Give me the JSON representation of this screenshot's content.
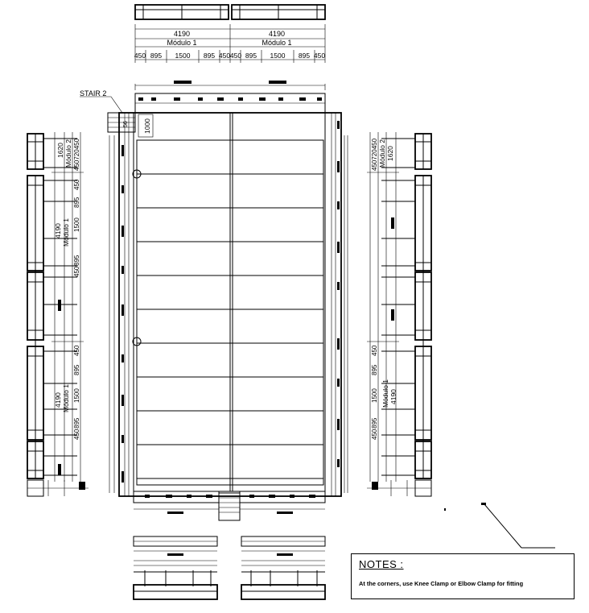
{
  "labels": {
    "stair": "STAIR 2",
    "stair_dim": "1000",
    "stair_small": "56"
  },
  "top_view": {
    "total": "4190",
    "module": "Módulo 1",
    "segments": [
      "450",
      "895",
      "1500",
      "895",
      "450"
    ]
  },
  "side_view": {
    "module1_total": "4190",
    "module1_name": "Módulo 1",
    "module1_segments": [
      "450",
      "895",
      "1500",
      "895",
      "450"
    ],
    "module2_total": "1620",
    "module2_name": "Módulo 2",
    "module2_segments": [
      "450",
      "720",
      "450"
    ]
  },
  "notes": {
    "title": "NOTES :",
    "text": "At the corners, use Knee Clamp or Elbow Clamp for fitting"
  }
}
